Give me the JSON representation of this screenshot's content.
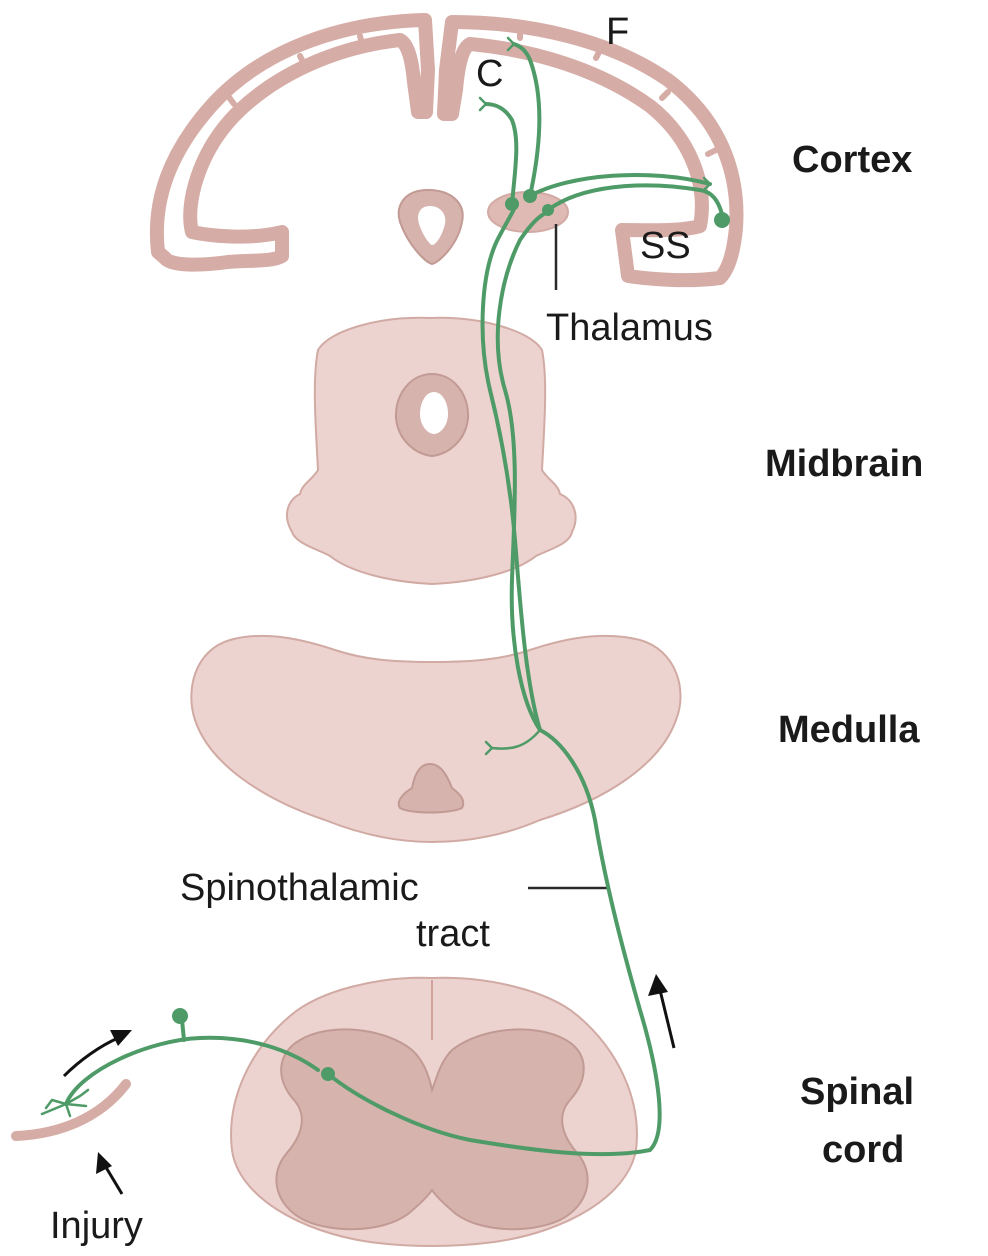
{
  "labels": {
    "cortex": "Cortex",
    "midbrain": "Midbrain",
    "medulla": "Medulla",
    "spinal_line1": "Spinal",
    "spinal_line2": "cord",
    "thalamus": "Thalamus",
    "spinothalamic_line1": "Spinothalamic",
    "spinothalamic_line2": "tract",
    "injury": "Injury",
    "c": "C",
    "f": "F",
    "ss": "SS"
  },
  "colors": {
    "tissue": "#edd3cf",
    "gray_matter": "#d6b3ad",
    "nerve": "#4f9b68",
    "text": "#1a1a1a"
  }
}
